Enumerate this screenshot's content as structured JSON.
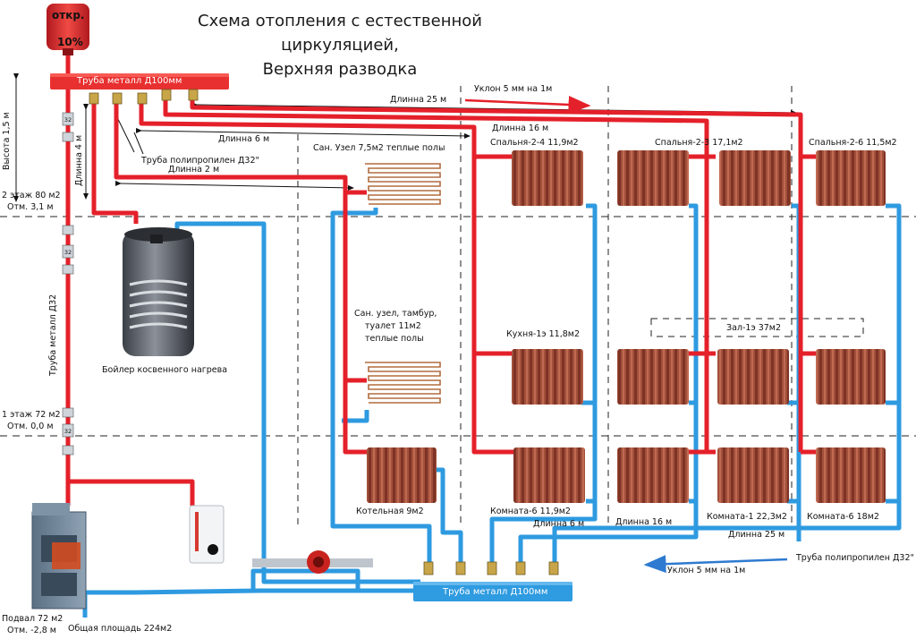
{
  "title": {
    "line1": "Схема отопления с естественной",
    "line2": "циркуляцией,",
    "line3": "Верхняя разводка"
  },
  "tank": {
    "label": "откр.",
    "percent": "10%"
  },
  "pipes": {
    "top_header": "Труба металл Д100мм",
    "bottom_header": "Труба металл Д100мм",
    "riser": "Труба металл Д32",
    "pp_top": "Труба полипропилен Д32\"",
    "pp_bottom": "Труба полипропилен Д32\""
  },
  "fitting_mark": "32",
  "levels": {
    "floor2": "2 этаж 80 м2",
    "floor2_mark": "Отм. 3,1 м",
    "floor1": "1 этаж 72 м2",
    "floor1_mark": "Отм. 0,0 м",
    "basement": "Подвал 72 м2",
    "basement_mark": "Отм. -2,8 м",
    "total": "Общая площадь 224м2",
    "height": "Высота 1,5 м"
  },
  "lengths": {
    "l25_top": "Длинна 25 м",
    "l16_top": "Длинна 16 м",
    "l6_top": "Длинна 6 м",
    "l4": "Длинна 4 м",
    "l2": "Длинна 2 м",
    "l6_bottom": "Длинна 6 м",
    "l16_bottom": "Длинна 16 м",
    "l25_bottom": "Длинна 25 м"
  },
  "slopes": {
    "top": "Уклон 5 мм на 1м",
    "bottom": "Уклон 5 мм на 1м"
  },
  "boiler": {
    "label": "Бойлер косвенного нагрева"
  },
  "floors_heating": {
    "upper": "Сан. Узел 7,5м2 теплые полы",
    "lower_l1": "Сан. узел, тамбур,",
    "lower_l2": "туалет 11м2",
    "lower_l3": "теплые полы"
  },
  "rooms": {
    "bedroom24": "Спальня-2-4   11,9м2",
    "bedroom23": "Спальня-2-3   17,1м2",
    "bedroom26": "Спальня-2-6   11,5м2",
    "kitchen": "Кухня-1э   11,8м2",
    "hall": "Зал-1э   37м2",
    "boiler_room": "Котельная 9м2",
    "room6a": "Комната-6 11,9м2",
    "room1": "Комната-1 22,3м2",
    "room6b": "Комната-6 18м2"
  },
  "colors": {
    "supply": "#e4202a",
    "return": "#2e9ae0",
    "radiator": "#8b3a2a",
    "header_red": "#e83030",
    "header_blue": "#2f9be0"
  }
}
